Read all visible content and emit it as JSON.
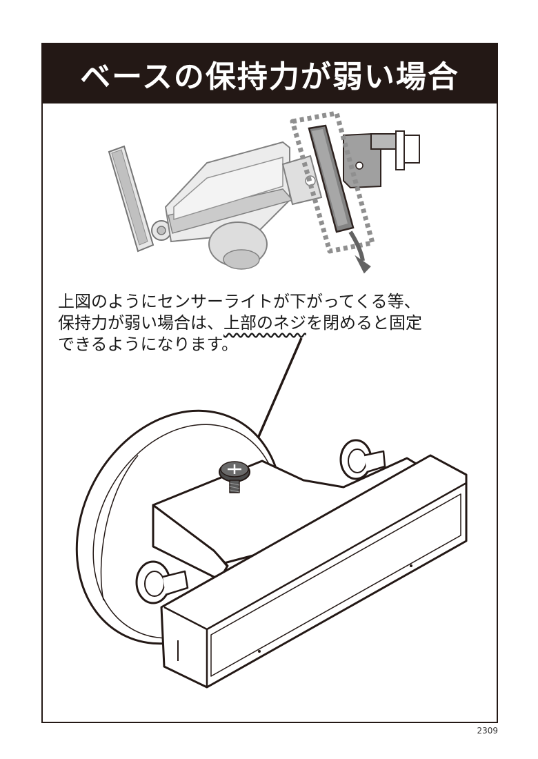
{
  "title": "ベースの保持力が弱い場合",
  "instructions": {
    "line1": "上図のようにセンサーライトが下がってくる等、",
    "line2_before": "保持力が弱い場合は、",
    "line2_emphasis": "上部のネジ",
    "line2_after": "を閉めると固定",
    "line3": "できるようになります。"
  },
  "code": "2309",
  "colors": {
    "title_bg": "#231815",
    "title_text": "#ffffff",
    "line": "#231815",
    "gray_fill": "#d6d6d6",
    "dark_gray": "#8c8c8c"
  },
  "icons": [
    "screw-icon",
    "down-arrow-icon",
    "pointer-arrow-icon"
  ]
}
